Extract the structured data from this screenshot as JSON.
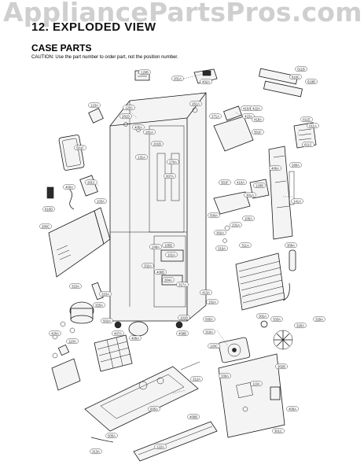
{
  "watermark": "AppliancePartsPros.com",
  "header": {
    "section_title": "12. EXPLODED VIEW",
    "case_title": "CASE PARTS",
    "caution": "CAUTION: Use the part number to order part, not the position number."
  },
  "part_labels": [
    "120B",
    "201A",
    "402A",
    "611B",
    "616C",
    "410A",
    "422A",
    "619B",
    "123A",
    "120A",
    "281D",
    "271A",
    "261A",
    "415A",
    "405A",
    "501F",
    "611E",
    "611A",
    "501F",
    "418A",
    "611C",
    "280A",
    "281A",
    "201B",
    "131A",
    "270A",
    "501F",
    "607A",
    "410A",
    "120B",
    "301A",
    "406A",
    "616D",
    "400A",
    "281C",
    "280C",
    "141A",
    "105A",
    "103A",
    "500A",
    "231A",
    "302A",
    "319A",
    "249A",
    "105B",
    "101A",
    "332A",
    "406B",
    "304A",
    "317A",
    "311A",
    "309A",
    "315A",
    "323A",
    "325A",
    "413A",
    "152A",
    "505A",
    "302A",
    "333A",
    "320A",
    "329A",
    "420A",
    "110A",
    "502A",
    "407A",
    "406A",
    "101B",
    "409B",
    "316A",
    "120C",
    "330A",
    "312A",
    "302B",
    "119A",
    "400B",
    "409A",
    "301C",
    "605A",
    "505A",
    "313A",
    "122A"
  ]
}
